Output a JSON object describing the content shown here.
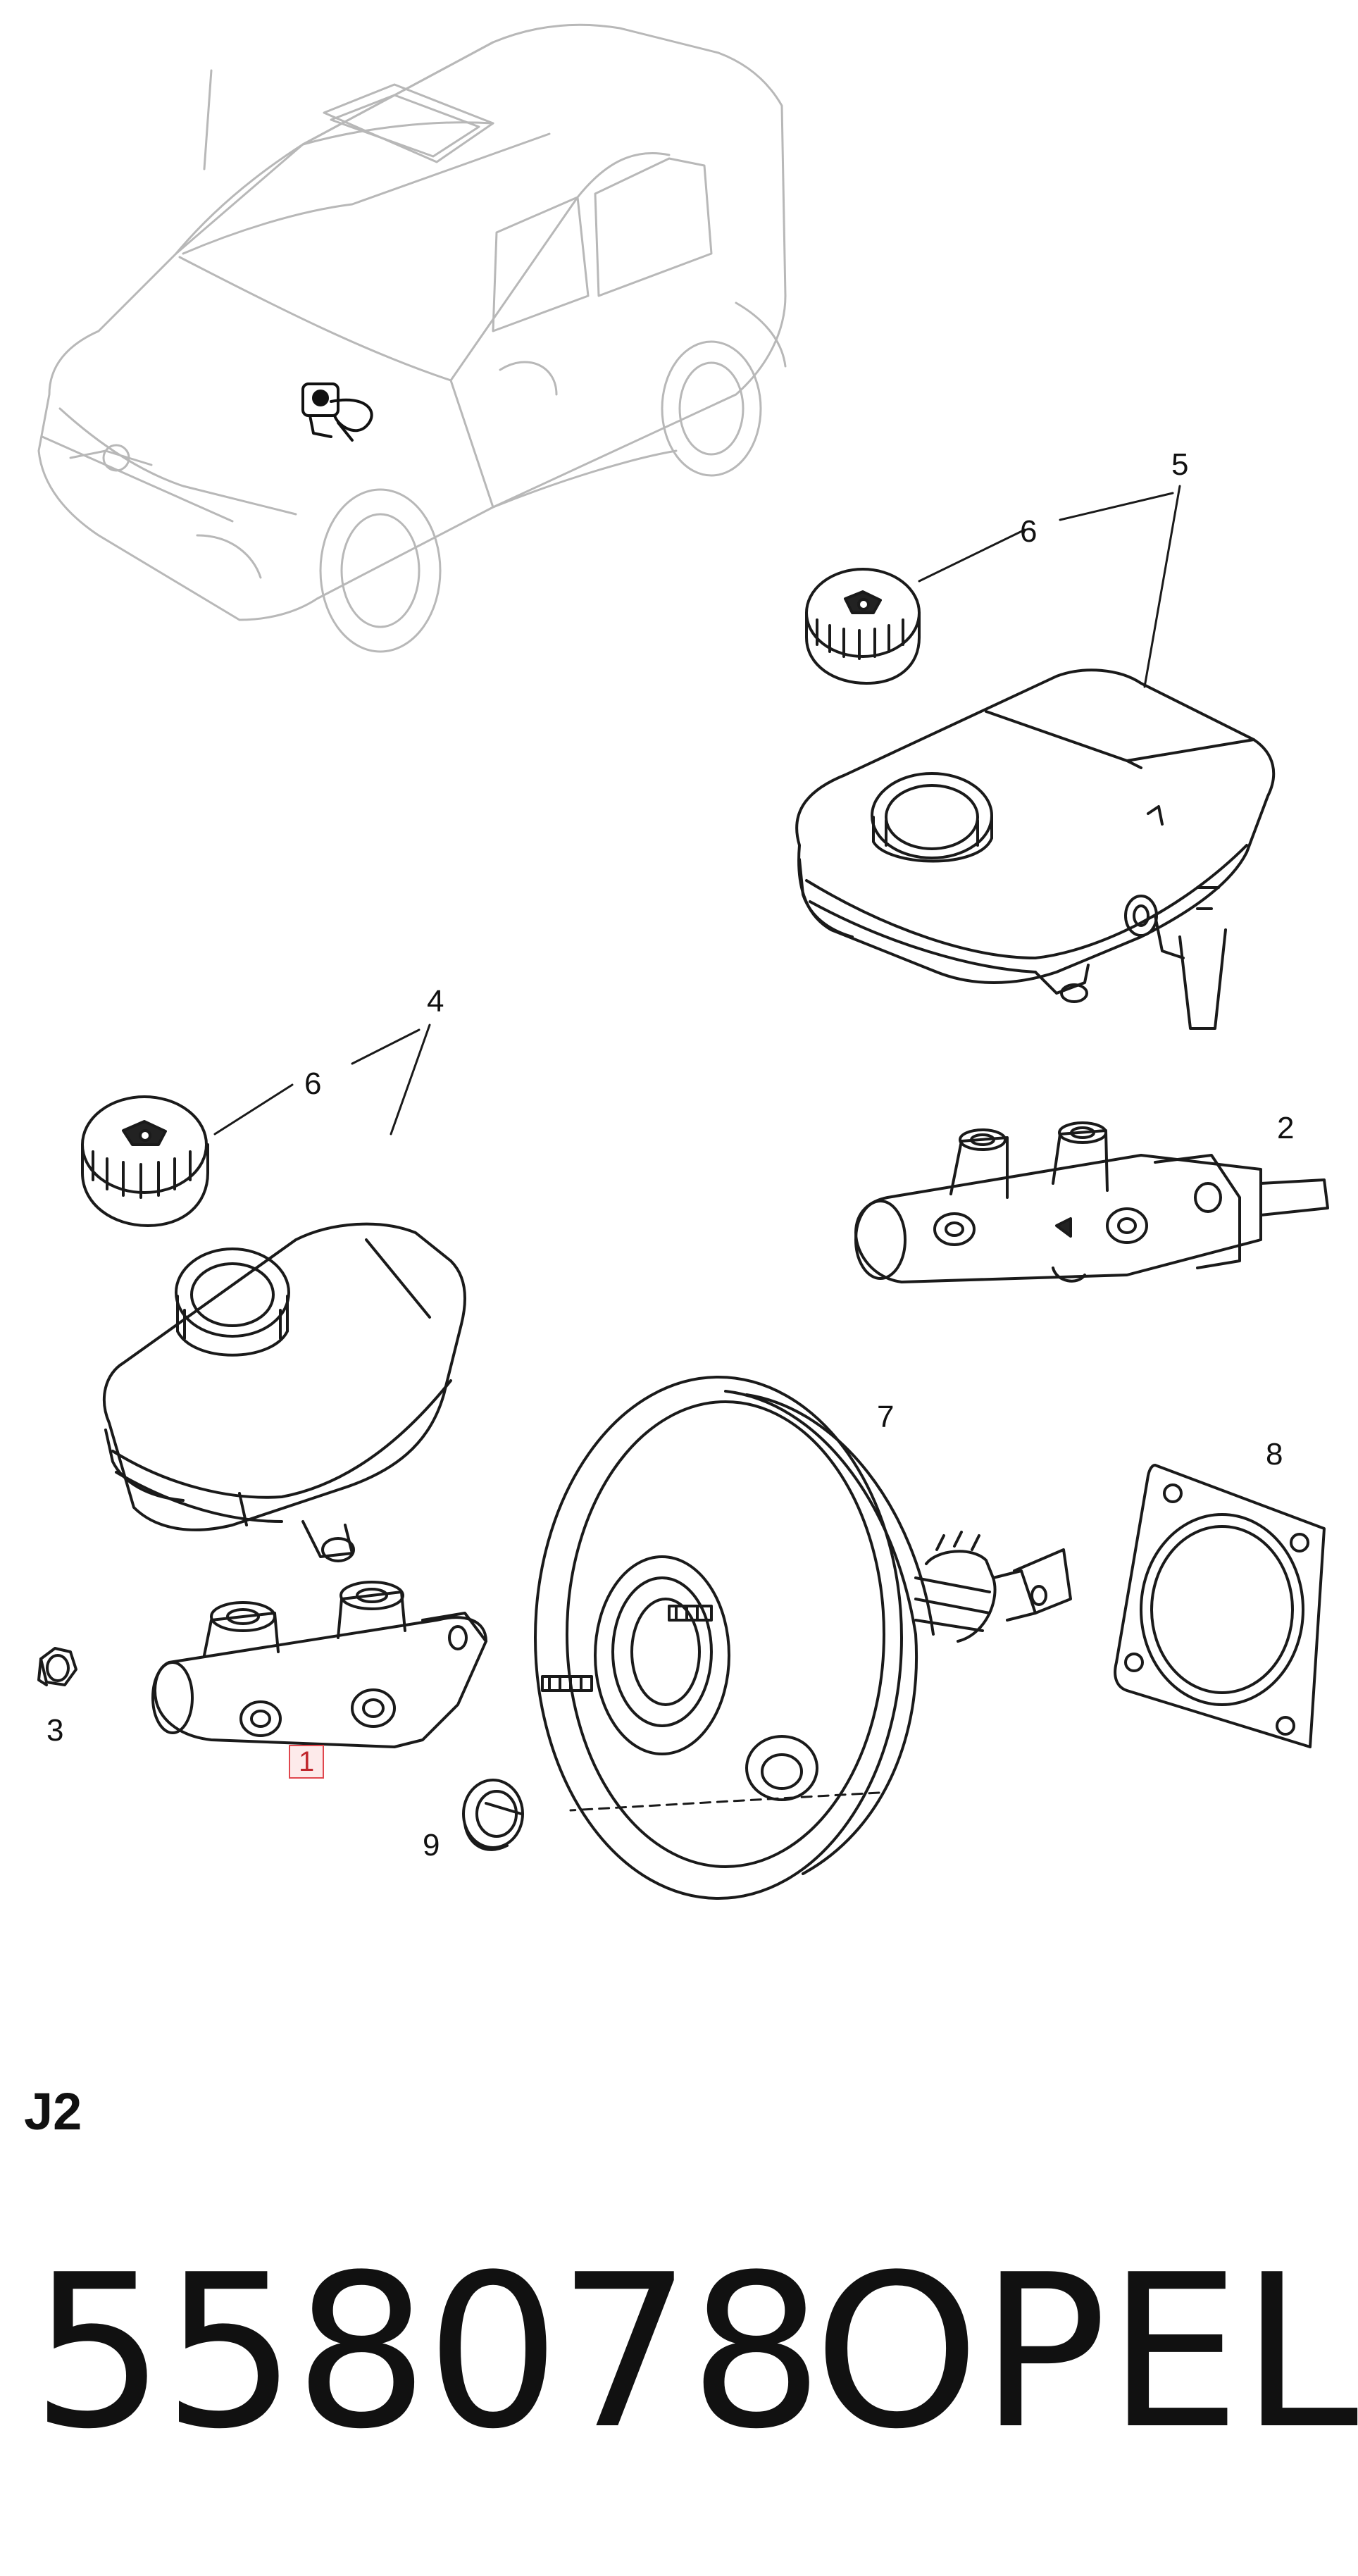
{
  "diagram": {
    "callouts": {
      "c1": "1",
      "c2": "2",
      "c3": "3",
      "c4": "4",
      "c5": "5",
      "c6a": "6",
      "c6b": "6",
      "c7": "7",
      "c8": "8",
      "c9": "9"
    },
    "highlighted_callout": "1",
    "highlight_color": "#e0464d"
  },
  "footer": {
    "section_code": "J2",
    "part_number": "558078",
    "brand": "OPEL"
  }
}
